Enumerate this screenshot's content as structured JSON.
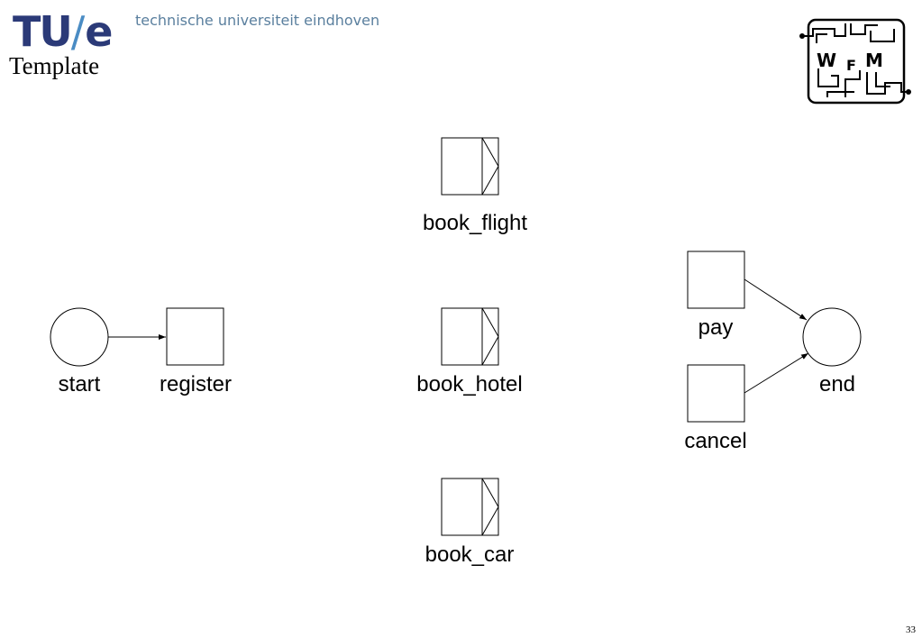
{
  "header": {
    "logo_tu": "TU",
    "logo_slash": "/",
    "logo_e": "e",
    "university": "technische universiteit eindhoven",
    "title": "Template",
    "wfm_logo_text": {
      "w": "W",
      "f": "F",
      "m": "M"
    }
  },
  "diagram": {
    "places": {
      "start": "start",
      "end": "end"
    },
    "transitions": {
      "register": "register",
      "book_flight": "book_flight",
      "book_hotel": "book_hotel",
      "book_car": "book_car",
      "pay": "pay",
      "cancel": "cancel"
    }
  },
  "footer": {
    "page_number": "33"
  }
}
